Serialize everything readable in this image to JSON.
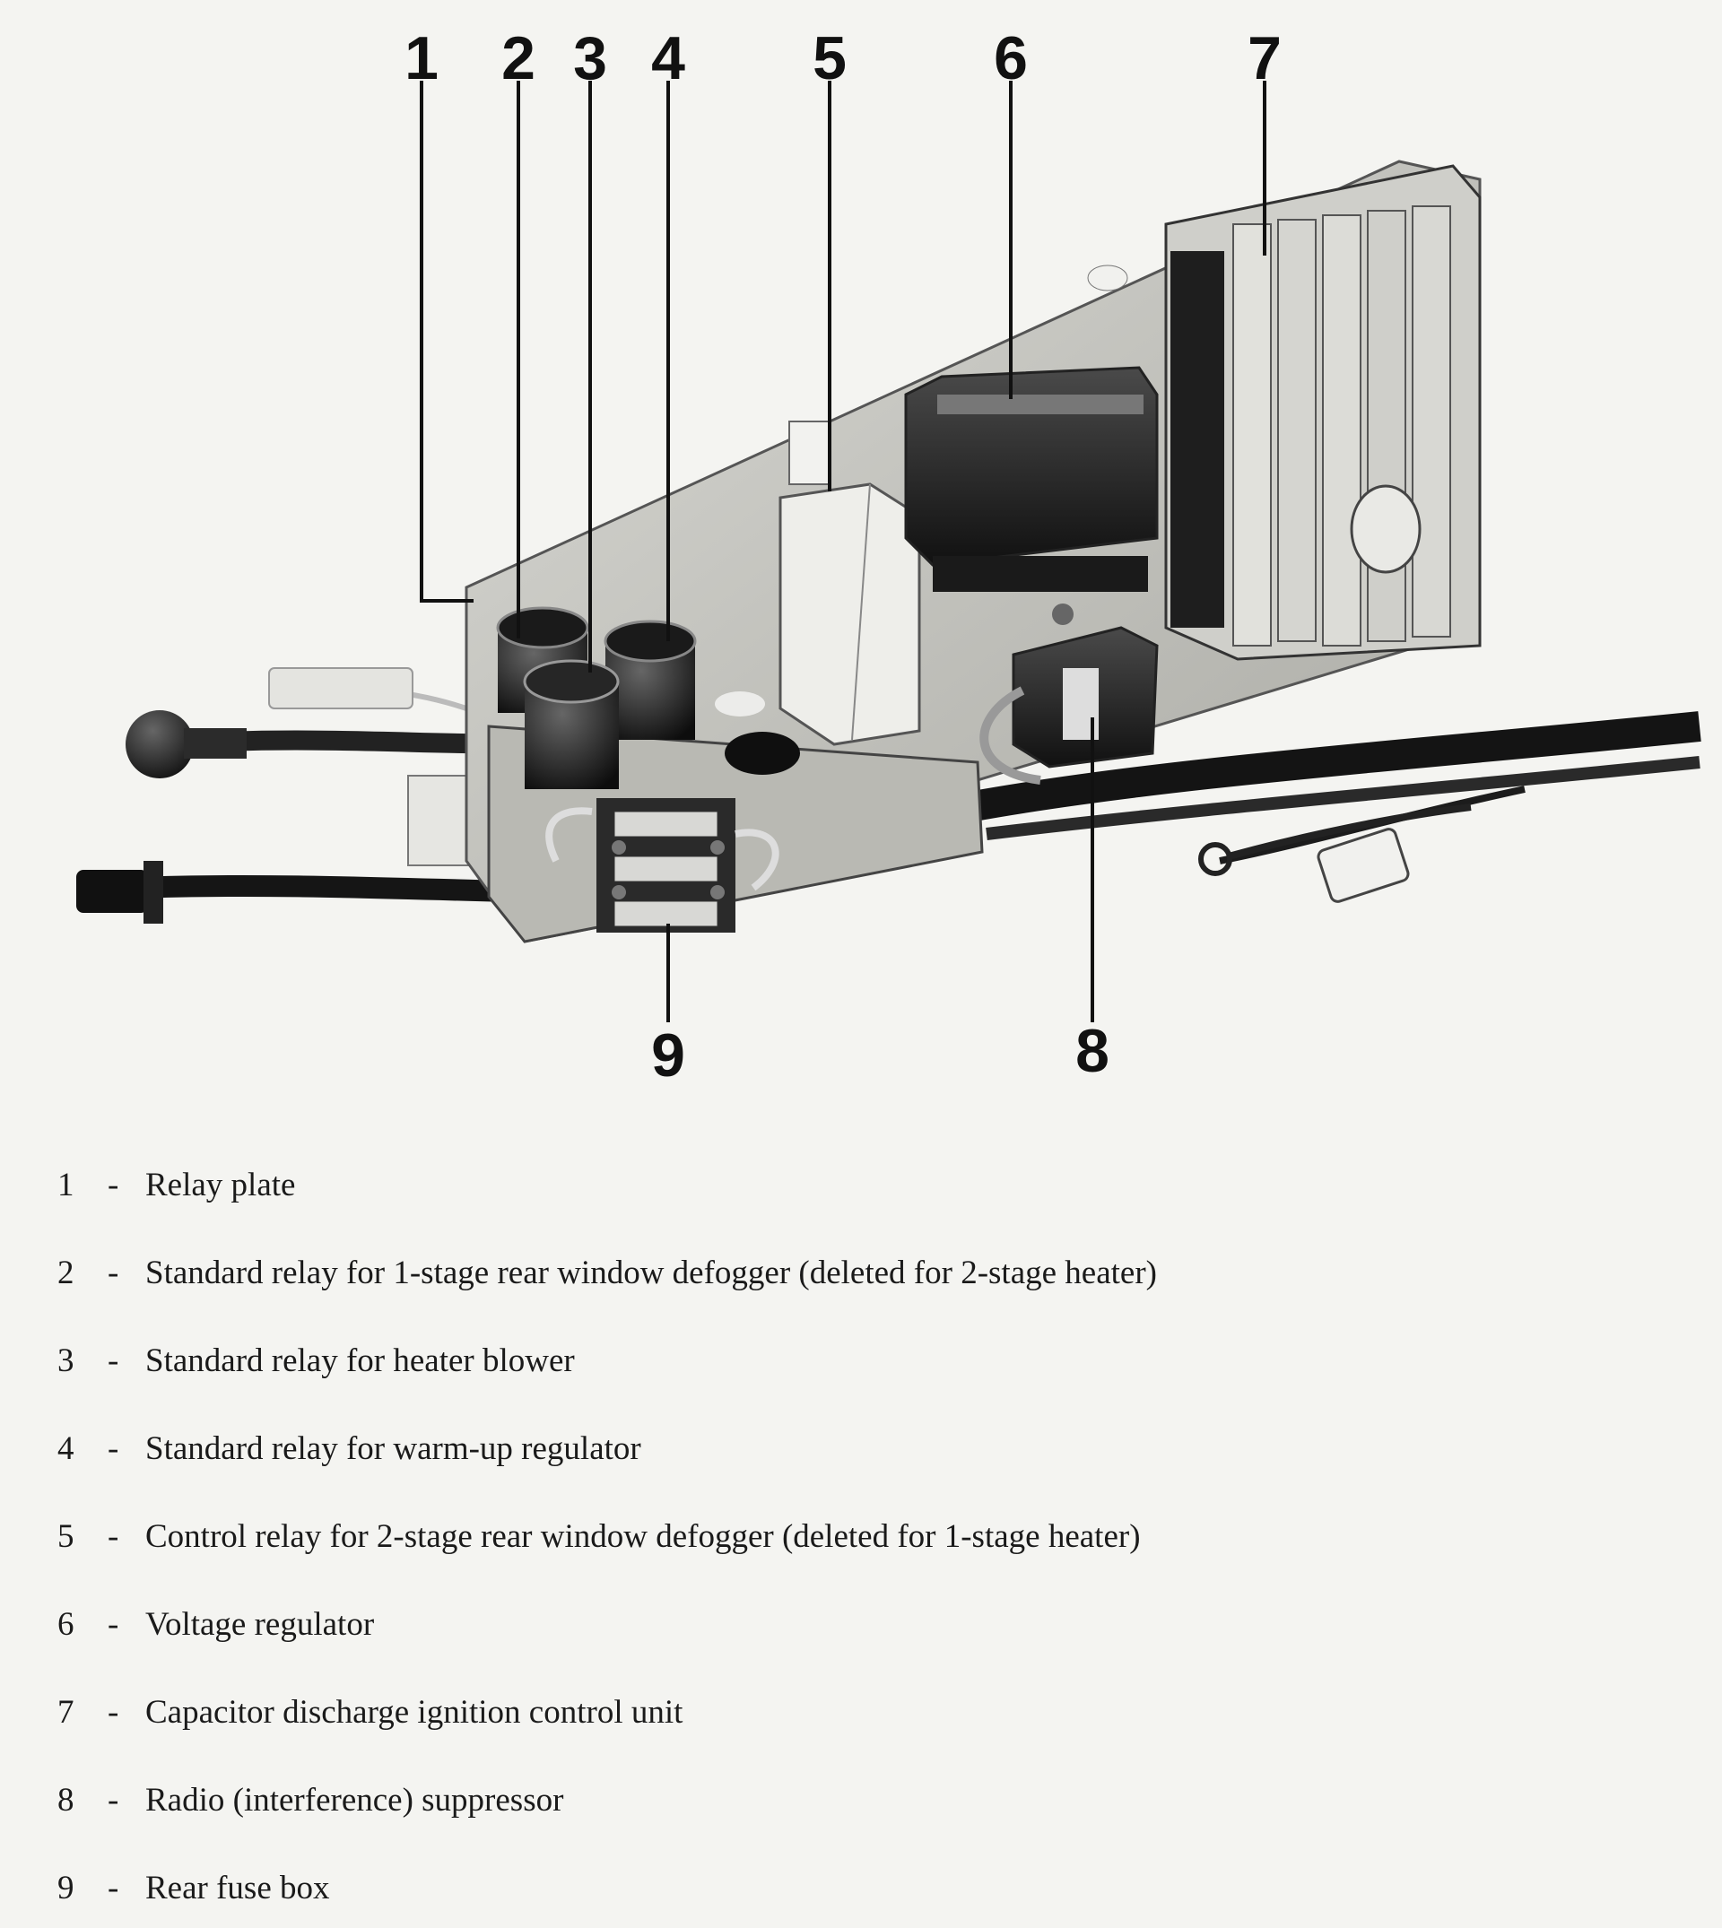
{
  "figure": {
    "callouts": [
      "1",
      "2",
      "3",
      "4",
      "5",
      "6",
      "7",
      "8",
      "9"
    ]
  },
  "legend": {
    "items": [
      {
        "number": "1",
        "dash": "-",
        "text": "Relay plate"
      },
      {
        "number": "2",
        "dash": "-",
        "text": "Standard relay for 1-stage rear window defogger (deleted for 2-stage heater)"
      },
      {
        "number": "3",
        "dash": "-",
        "text": "Standard relay for heater blower"
      },
      {
        "number": "4",
        "dash": "-",
        "text": "Standard relay for warm-up regulator"
      },
      {
        "number": "5",
        "dash": "-",
        "text": "Control relay for 2-stage rear window defogger (deleted for 1-stage heater)"
      },
      {
        "number": "6",
        "dash": "-",
        "text": "Voltage regulator"
      },
      {
        "number": "7",
        "dash": "-",
        "text": "Capacitor discharge ignition control unit"
      },
      {
        "number": "8",
        "dash": "-",
        "text": "Radio (interference) suppressor"
      },
      {
        "number": "9",
        "dash": "-",
        "text": "Rear fuse box"
      }
    ]
  }
}
